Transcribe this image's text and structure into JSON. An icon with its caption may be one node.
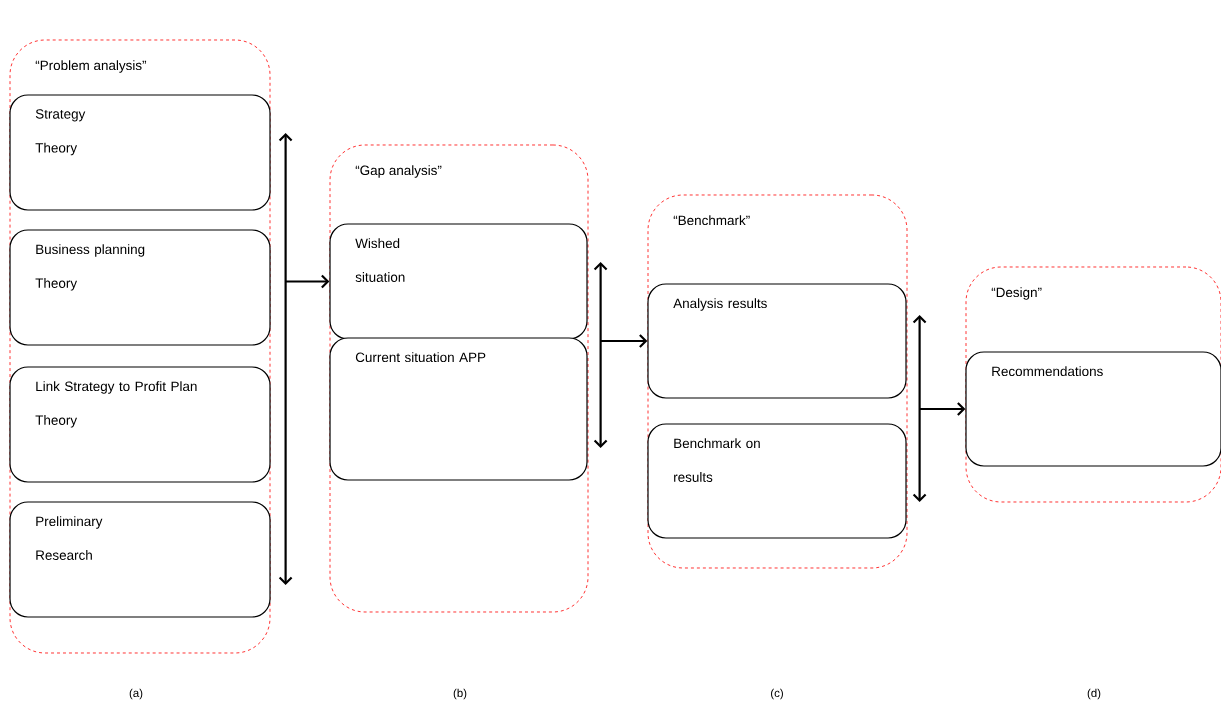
{
  "diagram": {
    "nodes": [
      {
        "text": [
          "“Problem analysis”"
        ]
      },
      {
        "text": [
          "Strategy Theory"
        ],
        "in": 0
      },
      {
        "text": [
          "Business planning Theory"
        ],
        "in": 0
      },
      {
        "text": [
          "Link Strategy to Profit Plan Theory"
        ],
        "in": 0
      },
      {
        "text": [
          "Preliminary Research"
        ],
        "in": 0
      },
      {
        "text": [
          "“Gap analysis”"
        ]
      },
      {
        "text": [
          "Wished situation"
        ],
        "in": 5
      },
      {
        "text": [
          "Current situation APP"
        ],
        "in": 5
      },
      {
        "text": [
          "“Benchmark”"
        ]
      },
      {
        "text": [
          "Analysis results"
        ],
        "in": 8
      },
      {
        "text": [
          "Benchmark on results"
        ],
        "in": 8
      },
      {
        "text": [
          "“Design”"
        ]
      },
      {
        "text": [
          "Recommendations"
        ],
        "in": 11
      }
    ],
    "edges": [
      {
        "from": 1,
        "to": 4,
        "arrow": "both"
      },
      {
        "from": 0,
        "to": 6,
        "arrow": "to"
      },
      {
        "from": 6,
        "to": 7,
        "arrow": "both"
      },
      {
        "from": 5,
        "to": 9,
        "arrow": "to"
      },
      {
        "from": 9,
        "to": 10,
        "arrow": "both"
      },
      {
        "from": 8,
        "to": 12,
        "arrow": "to"
      }
    ],
    "labels": [
      "(a)",
      "(b)",
      "(c)",
      "(d)"
    ]
  }
}
